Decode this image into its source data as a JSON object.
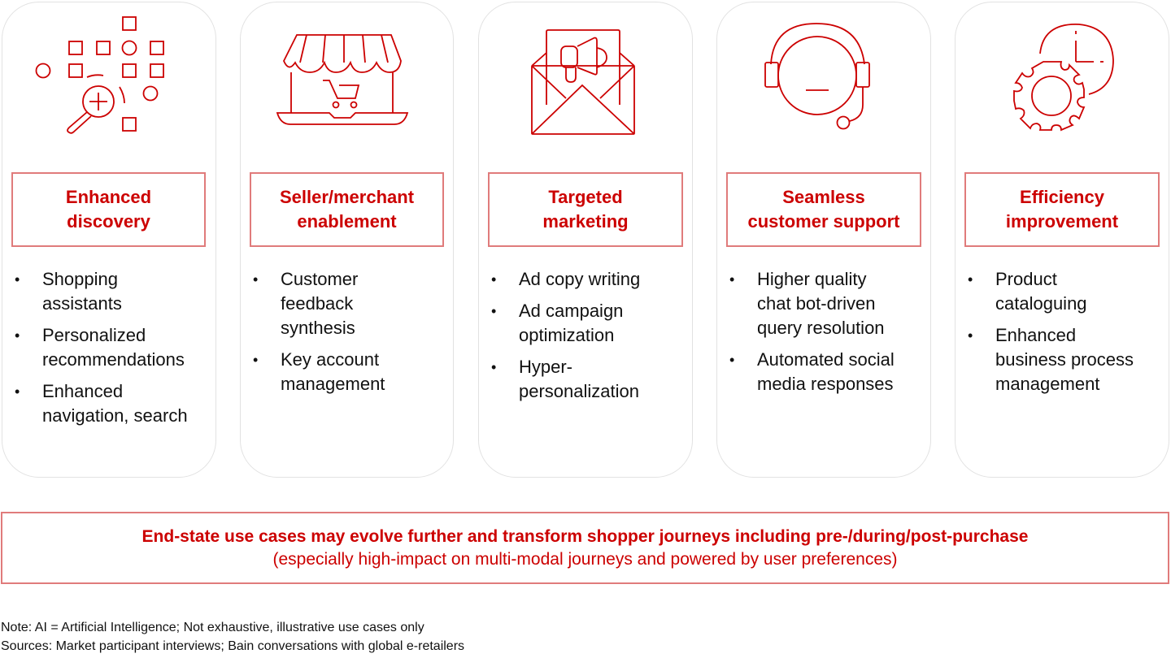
{
  "colors": {
    "accent_red": "#cc0000",
    "box_border": "#e07b7b",
    "card_border": "#e2e2e2",
    "text": "#111111"
  },
  "cards": [
    {
      "icon": "magnifier-grid-icon",
      "title": "Enhanced\ndiscovery",
      "bullets": [
        "Shopping\nassistants",
        "Personalized\nrecommendations",
        "Enhanced\nnavigation, search"
      ]
    },
    {
      "icon": "storefront-laptop-cart-icon",
      "title": "Seller/merchant\nenablement",
      "bullets": [
        "Customer\nfeedback\nsynthesis",
        "Key account\nmanagement"
      ]
    },
    {
      "icon": "envelope-megaphone-icon",
      "title": "Targeted\nmarketing",
      "bullets": [
        "Ad copy writing",
        "Ad campaign\noptimization",
        "Hyper-\npersonalization"
      ]
    },
    {
      "icon": "headset-icon",
      "title": "Seamless\ncustomer support",
      "bullets": [
        "Higher quality\nchat bot-driven\nquery resolution",
        "Automated social\nmedia responses"
      ]
    },
    {
      "icon": "gear-clock-icon",
      "title": "Efficiency\nimprovement",
      "bullets": [
        "Product\ncataloguing",
        "Enhanced\nbusiness process\nmanagement"
      ]
    }
  ],
  "bullet_glyph": "•",
  "banner": {
    "headline": "End-state use cases may evolve further and transform shopper journeys including pre-/during/post-purchase",
    "subline": "(especially high-impact on multi-modal journeys and powered by user preferences)"
  },
  "footnotes": {
    "note": "Note: AI = Artificial Intelligence; Not exhaustive, illustrative use cases only",
    "sources": "Sources: Market participant interviews; Bain conversations with global e-retailers"
  }
}
